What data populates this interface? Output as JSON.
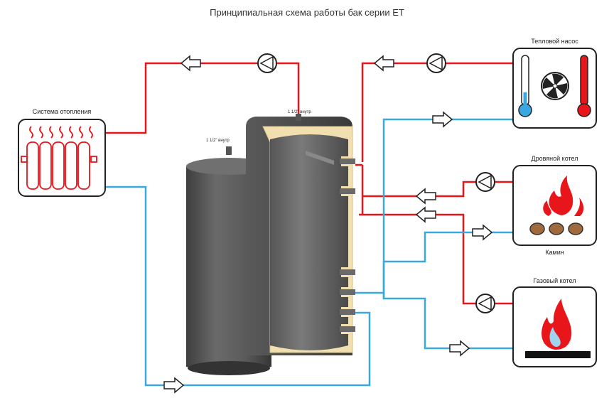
{
  "title": "Принципиальная схема работы бак серии ЕТ",
  "labels": {
    "heating_system": "Система отопления",
    "heat_pump": "Тепловой насос",
    "wood_boiler": "Дровяной котел",
    "fireplace": "Камин",
    "gas_boiler": "Газовый котел",
    "port_top_left": "1 1/2\" внутр",
    "port_top_right": "1 1/2\" внутр"
  },
  "colors": {
    "hot_pipe": "#e8151b",
    "cold_pipe": "#3ba7e0",
    "tank": "#5a5a5a",
    "insulation": "#f1dfb0"
  },
  "icons": [
    "radiator-icon",
    "thermometer-cold-icon",
    "fan-icon",
    "thermometer-hot-icon",
    "flame-icon",
    "logs-icon",
    "gas-flame-icon",
    "pump-icon",
    "flow-arrow-icon"
  ]
}
